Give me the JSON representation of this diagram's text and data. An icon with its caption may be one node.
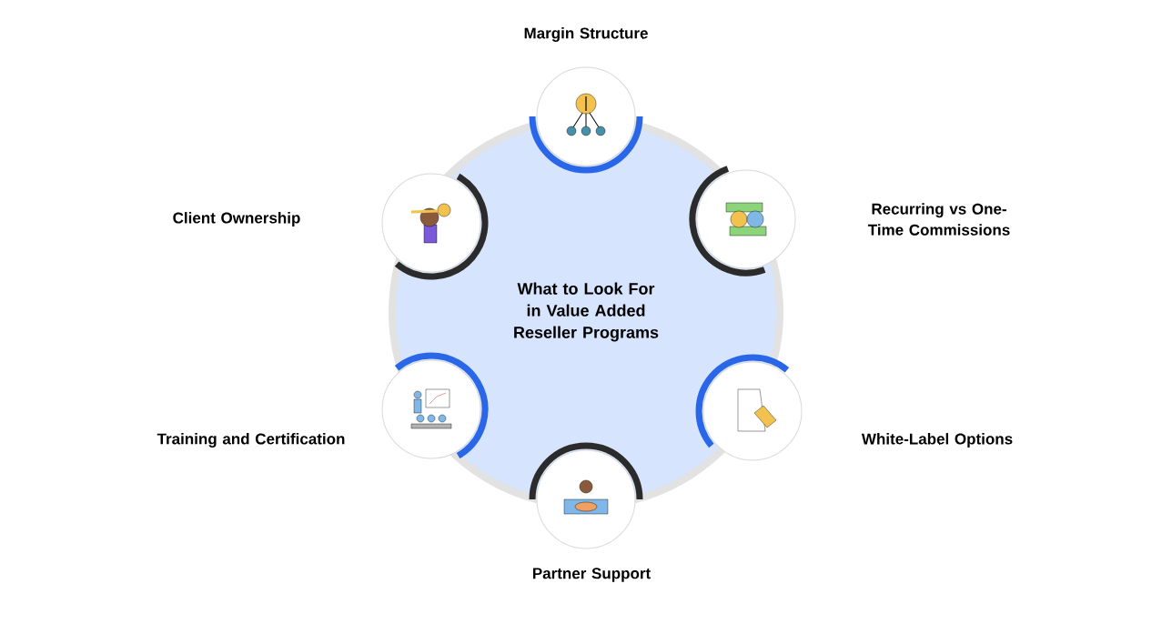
{
  "diagram": {
    "nodes": [
      {
        "text": [
          "What to Look For in Value Added Reseller Programs"
        ]
      },
      {
        "text": [],
        "shape": "circle"
      },
      {
        "text": [],
        "shape": "circle"
      },
      {
        "text": [],
        "shape": "circle"
      },
      {
        "text": [],
        "shape": "circle"
      },
      {
        "text": [],
        "shape": "circle"
      },
      {
        "text": [],
        "shape": "circle"
      }
    ],
    "labels": [
      "Margin Structure",
      "Client Ownership",
      "Recurring vs One-Time Commissions",
      "Training and Certification",
      "White-Label Options",
      "Partner Support"
    ]
  }
}
